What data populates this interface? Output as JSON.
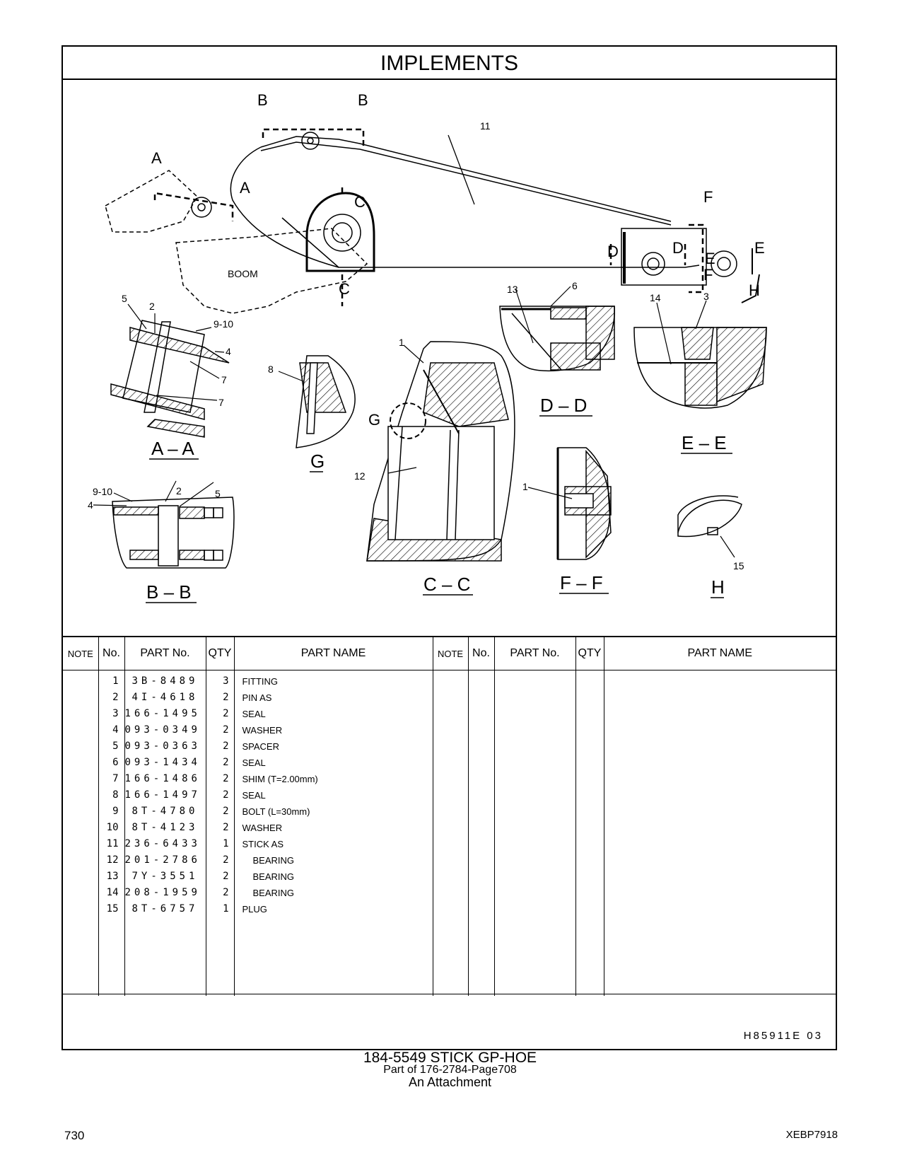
{
  "header": {
    "title": "IMPLEMENTS"
  },
  "diagram": {
    "labels": {
      "boom": "BOOM",
      "callout_11": "11",
      "callout_1": "1",
      "callout_2": "2",
      "callout_3": "3",
      "callout_4": "4",
      "callout_5": "5",
      "callout_6": "6",
      "callout_7": "7",
      "callout_8": "8",
      "callout_9_10": "9-10",
      "callout_12": "12",
      "callout_13": "13",
      "callout_14": "14",
      "callout_15": "15",
      "letter_a": "A",
      "letter_b": "B",
      "letter_c": "C",
      "letter_d": "D",
      "letter_e": "E",
      "letter_f": "F",
      "letter_g": "G",
      "letter_h": "H"
    },
    "views": {
      "aa": "A – A",
      "bb": "B – B",
      "cc": "C – C",
      "dd": "D – D",
      "ee": "E – E",
      "ff": "F – F",
      "g": "G",
      "h": "H"
    }
  },
  "table": {
    "headers": {
      "note": "NOTE",
      "no": "No.",
      "part_no": "PART No.",
      "qty": "QTY",
      "part_name": "PART NAME"
    },
    "rows": [
      {
        "no": "1",
        "part_no": "3B-8489",
        "qty": "3",
        "name": "FITTING"
      },
      {
        "no": "2",
        "part_no": "4I-4618",
        "qty": "2",
        "name": "PIN  AS"
      },
      {
        "no": "3",
        "part_no": "166-1495",
        "qty": "2",
        "name": "SEAL"
      },
      {
        "no": "4",
        "part_no": "093-0349",
        "qty": "2",
        "name": "WASHER"
      },
      {
        "no": "5",
        "part_no": "093-0363",
        "qty": "2",
        "name": "SPACER"
      },
      {
        "no": "6",
        "part_no": "093-1434",
        "qty": "2",
        "name": "SEAL"
      },
      {
        "no": "7",
        "part_no": "166-1486",
        "qty": "2",
        "name": "SHIM (T=2.00mm)"
      },
      {
        "no": "8",
        "part_no": "166-1497",
        "qty": "2",
        "name": "SEAL"
      },
      {
        "no": "9",
        "part_no": "8T-4780",
        "qty": "2",
        "name": "BOLT (L=30mm)"
      },
      {
        "no": "10",
        "part_no": "8T-4123",
        "qty": "2",
        "name": "WASHER"
      },
      {
        "no": "11",
        "part_no": "236-6433",
        "qty": "1",
        "name": "STICK  AS"
      },
      {
        "no": "12",
        "part_no": "201-2786",
        "qty": "2",
        "name": "BEARING"
      },
      {
        "no": "13",
        "part_no": "7Y-3551",
        "qty": "2",
        "name": "BEARING"
      },
      {
        "no": "14",
        "part_no": "208-1959",
        "qty": "2",
        "name": "BEARING"
      },
      {
        "no": "15",
        "part_no": "8T-6757",
        "qty": "1",
        "name": "PLUG"
      }
    ]
  },
  "footer": {
    "code": "H85911E    03",
    "caption_title": "184-5549   STICK  GP-HOE",
    "caption_part_of": "Part of 176-2784-Page708",
    "caption_attachment": "An Attachment",
    "page_number": "730",
    "document_code": "XEBP7918"
  }
}
